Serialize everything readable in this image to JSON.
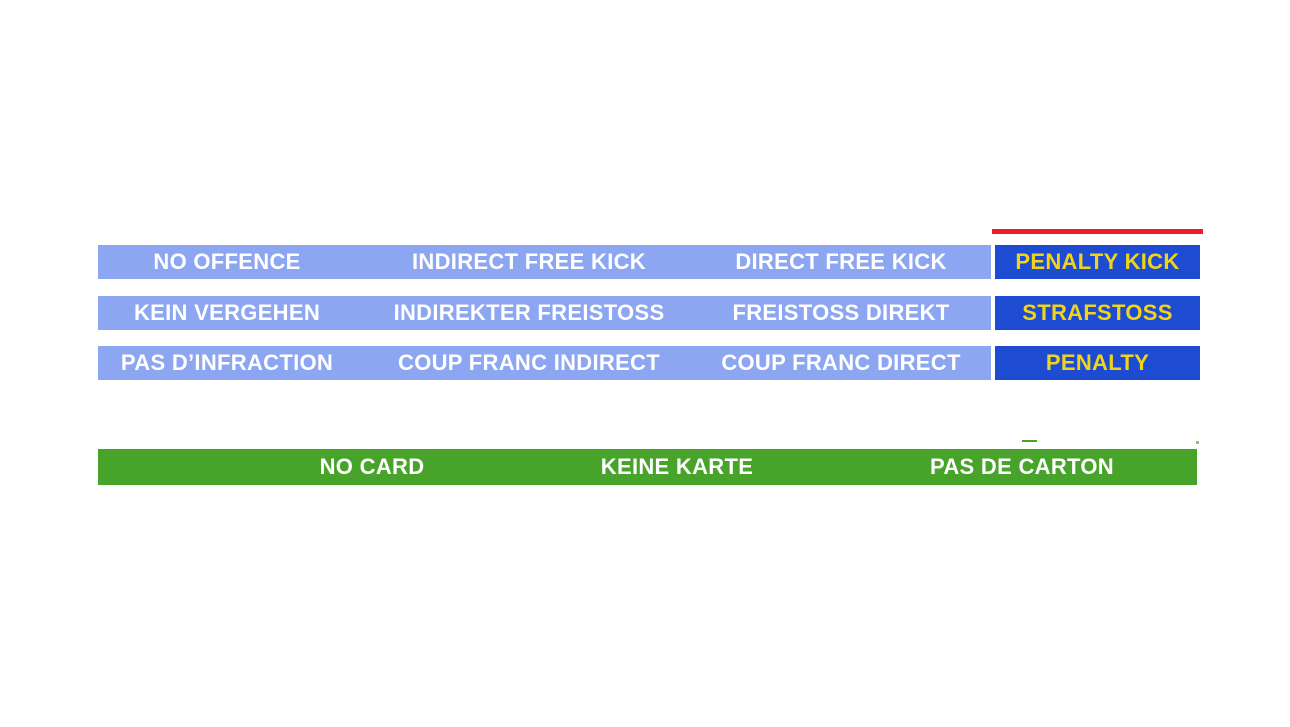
{
  "colors": {
    "bar_light_blue": "#8CA6F2",
    "box_dark_blue": "#1D4BD2",
    "penalty_text_yellow": "#F0D41C",
    "accent_red": "#EC1C2E",
    "card_bar_green": "#48A32B",
    "text_white": "#FFFFFF"
  },
  "sanction_table": {
    "rows": [
      {
        "no_offence": "NO OFFENCE",
        "indirect_free_kick": "INDIRECT FREE KICK",
        "direct_free_kick": "DIRECT FREE KICK",
        "penalty": "PENALTY KICK"
      },
      {
        "no_offence": "KEIN VERGEHEN",
        "indirect_free_kick": "INDIREKTER FREISTOSS",
        "direct_free_kick": "FREISTOSS DIREKT",
        "penalty": "STRAFSTOSS"
      },
      {
        "no_offence": "PAS D’INFRACTION",
        "indirect_free_kick": "COUP FRANC INDIRECT",
        "direct_free_kick": "COUP FRANC DIRECT",
        "penalty": "PENALTY"
      }
    ]
  },
  "card_bar": {
    "labels": [
      "NO CARD",
      "KEINE KARTE",
      "PAS DE CARTON"
    ]
  }
}
